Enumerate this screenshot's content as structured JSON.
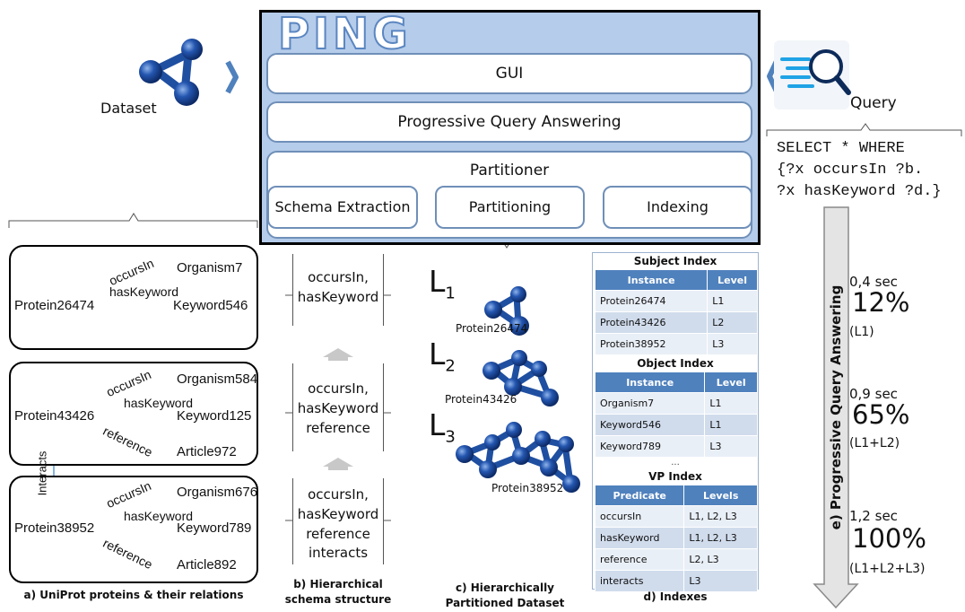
{
  "ping": {
    "title": "PING",
    "gui": "GUI",
    "pqa": "Progressive Query Answering",
    "partitioner": "Partitioner",
    "schema_extraction": "Schema Extraction",
    "partitioning": "Partitioning",
    "indexing": "Indexing"
  },
  "dataset_label": "Dataset",
  "query": {
    "label": "Query",
    "line1": "SELECT * WHERE",
    "line2": "{?x occursIn ?b.",
    "line3": "?x hasKeyword ?d.}"
  },
  "panel_a": {
    "caption": "a) UniProt proteins & their relations",
    "card1": {
      "protein": "Protein26474",
      "e1": "occursIn",
      "e2": "hasKeyword",
      "t1": "Organism7",
      "t2": "Keyword546"
    },
    "card2": {
      "protein": "Protein43426",
      "e1": "occursIn",
      "e2": "hasKeyword",
      "e3": "reference",
      "t1": "Organism584",
      "t2": "Keyword125",
      "t3": "Article972"
    },
    "card3": {
      "protein": "Protein38952",
      "e1": "occursIn",
      "e2": "hasKeyword",
      "e3": "reference",
      "t1": "Organism676",
      "t2": "Keyword789",
      "t3": "Article892"
    },
    "interacts": "Interacts"
  },
  "panel_b": {
    "caption1": "b) Hierarchical",
    "caption2": "schema structure",
    "s1": [
      "occursIn,",
      "hasKeyword"
    ],
    "s2": [
      "occursIn,",
      "hasKeyword",
      "reference"
    ],
    "s3": [
      "occursIn,",
      "hasKeyword",
      "reference",
      "interacts"
    ]
  },
  "panel_c": {
    "caption1": "c) Hierarchically",
    "caption2": "Partitioned Dataset",
    "l1": "L",
    "l1_sub": "1",
    "p1": "Protein26474",
    "l2": "L",
    "l2_sub": "2",
    "p2": "Protein43426",
    "l3": "L",
    "l3_sub": "3",
    "p3": "Protein38952"
  },
  "panel_d": {
    "caption": "d) Indexes",
    "subject": {
      "title": "Subject Index",
      "h1": "Instance",
      "h2": "Level",
      "rows": [
        [
          "Protein26474",
          "L1"
        ],
        [
          "Protein43426",
          "L2"
        ],
        [
          "Protein38952",
          "L3"
        ]
      ]
    },
    "object": {
      "title": "Object Index",
      "h1": "Instance",
      "h2": "Level",
      "rows": [
        [
          "Organism7",
          "L1"
        ],
        [
          "Keyword546",
          "L1"
        ],
        [
          "Keyword789",
          "L3"
        ]
      ],
      "ellipsis": "..."
    },
    "vp": {
      "title": "VP Index",
      "h1": "Predicate",
      "h2": "Levels",
      "rows": [
        [
          "occursIn",
          "L1, L2, L3"
        ],
        [
          "hasKeyword",
          "L1, L2, L3"
        ],
        [
          "reference",
          "L2, L3"
        ],
        [
          "interacts",
          "L3"
        ]
      ]
    }
  },
  "panel_e": {
    "label": "e) Progressive Query Answering",
    "steps": [
      {
        "time": "0,4 sec",
        "pct": "12%",
        "levels": "(L1)"
      },
      {
        "time": "0,9 sec",
        "pct": "65%",
        "levels": "(L1+L2)"
      },
      {
        "time": "1,2 sec",
        "pct": "100%",
        "levels": "(L1+L2+L3)"
      }
    ]
  },
  "colors": {
    "ping_bg": "#b5ccea",
    "node_blue": "#1f4fa0",
    "arrow_blue": "#5b9bd5",
    "table_header": "#4f81bd"
  }
}
